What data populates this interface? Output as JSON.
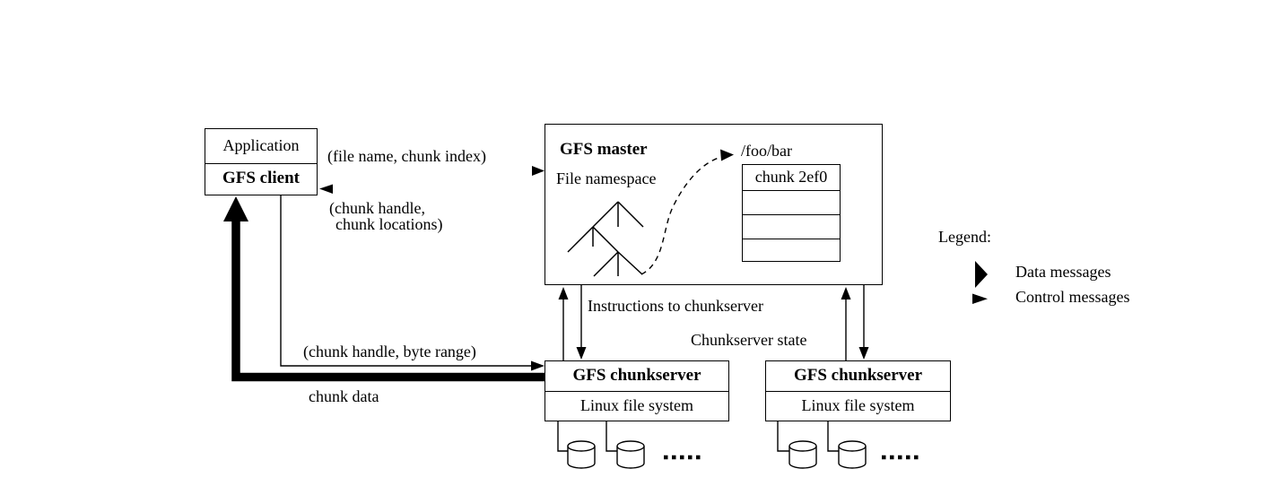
{
  "colors": {
    "ink": "#000000",
    "paper": "#ffffff"
  },
  "client_stack": {
    "application": "Application",
    "gfs_client": "GFS client"
  },
  "master": {
    "title": "GFS master",
    "namespace_label": "File namespace",
    "file_path": "/foo/bar",
    "chunk_cell": "chunk 2ef0"
  },
  "messages": {
    "file_name_chunk_index": "(file name, chunk index)",
    "chunk_handle_line1": "(chunk handle,",
    "chunk_handle_line2": "chunk locations)",
    "instructions": "Instructions to chunkserver",
    "chunkserver_state": "Chunkserver state",
    "chunk_handle_byte_range": "(chunk handle, byte range)",
    "chunk_data": "chunk data"
  },
  "chunkservers": [
    {
      "title": "GFS chunkserver",
      "fs": "Linux file system"
    },
    {
      "title": "GFS chunkserver",
      "fs": "Linux file system"
    }
  ],
  "legend": {
    "title": "Legend:",
    "data_label": "Data messages",
    "control_label": "Control messages"
  }
}
